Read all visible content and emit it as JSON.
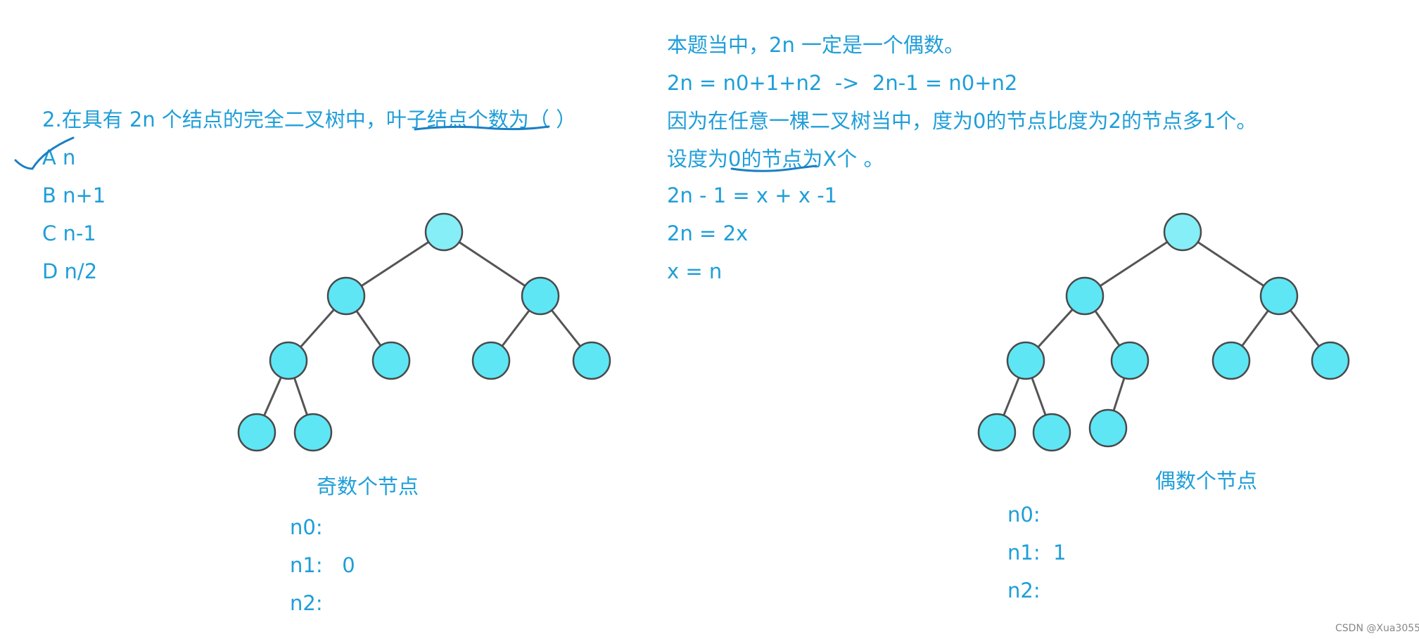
{
  "question": {
    "stem": "2.在具有 2n 个结点的完全二叉树中，叶子结点个数为（ ）",
    "options": [
      "A n",
      "B n+1",
      "C n-1",
      "D n/2"
    ],
    "marked_option": "A"
  },
  "solution": {
    "lines": [
      "本题当中，2n 一定是一个偶数。",
      "2n = n0+1+n2  ->  2n-1 = n0+n2",
      "因为在任意一棵二叉树当中，度为0的节点比度为2的节点多1个。",
      "设度为0的节点为X个 。",
      "2n - 1 = x + x -1",
      "2n = 2x",
      "x = n"
    ]
  },
  "left_tree": {
    "caption": "奇数个节点",
    "n0": "n0:",
    "n1": "n1:   0",
    "n2": "n2:"
  },
  "right_tree": {
    "caption": "偶数个节点",
    "n0": "n0:",
    "n1": "n1:  1",
    "n2": "n2:"
  },
  "colors": {
    "text": "#1f9ed8",
    "node_fill": "#5ee6f5",
    "root_fill": "#86eef7",
    "node_stroke": "#4a4a4a",
    "edge": "#555555"
  },
  "watermark": "CSDN @Xua3055"
}
